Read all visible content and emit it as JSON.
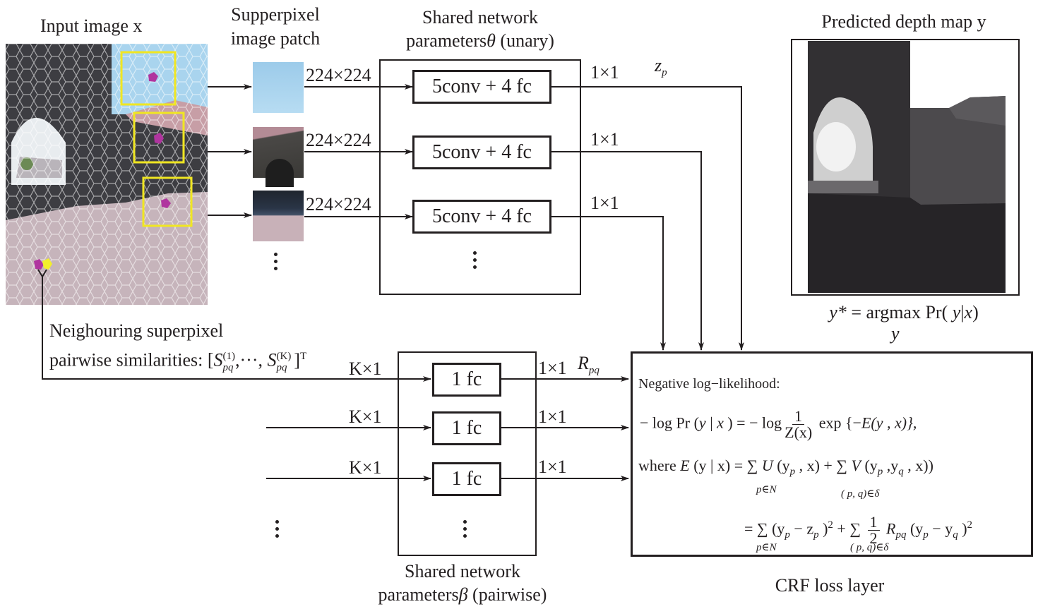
{
  "input": {
    "title": "Input image x"
  },
  "patches": {
    "title_line1": "Supperpixel",
    "title_line2": "image patch",
    "size_labels": [
      "224×224",
      "224×224",
      "224×224"
    ]
  },
  "unary_network": {
    "title_line1": "Shared network",
    "title_line2_prefix": "parameters",
    "title_line2_symbol": "θ",
    "title_line2_suffix": " (unary)",
    "blocks": [
      "5conv + 4 fc",
      "5conv + 4 fc",
      "5conv + 4 fc"
    ],
    "output_labels": [
      "1×1",
      "1×1",
      "1×1"
    ],
    "output_symbol": "z",
    "output_symbol_sub": "p"
  },
  "depth": {
    "title": "Predicted depth map y",
    "formula_lhs": "y*",
    "formula_eq": " = argmax Pr( ",
    "formula_y": "y",
    "formula_bar": "|",
    "formula_x": "x",
    "formula_close": ")",
    "formula_under": "y"
  },
  "similarities": {
    "line1": "Neighouring superpixel",
    "line2_prefix": "pairwise similarities: [",
    "s_symbol": "S",
    "s_sub": "pq",
    "s_sup_first": "(1)",
    "s_sup_last": "(K)",
    "separator": ",···, ",
    "close": "]",
    "transpose": "T"
  },
  "pairwise_network": {
    "title_line1": "Shared network",
    "title_line2_prefix": "parameters",
    "title_line2_symbol": "β",
    "title_line2_suffix": " (pairwise)",
    "input_labels": [
      "K×1",
      "K×1",
      "K×1"
    ],
    "blocks": [
      "1 fc",
      "1 fc",
      "1 fc"
    ],
    "output_labels": [
      "1×1",
      "1×1",
      "1×1"
    ],
    "output_symbol": "R",
    "output_symbol_sub": "pq"
  },
  "crf": {
    "caption": "CRF loss layer",
    "heading": "Negative log−likelihood:",
    "line1_a": "− log Pr (",
    "line1_y": "y",
    "line1_bar": " | ",
    "line1_x": "x",
    "line1_b": " ) = − log",
    "line1_frac_num": "1",
    "line1_frac_den": "Z(x)",
    "line1_c": " exp {−",
    "line1_E": "E",
    "line1_d": "(y , x)},",
    "line2_where": "where ",
    "line2_E": "E",
    "line2_a": " (y | x) = ∑ ",
    "line2_U": "U",
    "line2_b": " (y",
    "line2_sub_p": "p",
    "line2_c": " , x) + ∑ ",
    "line2_V": "V",
    "line2_d": " (y",
    "line2_sub_p2": "p",
    "line2_e": " ,y",
    "line2_sub_q": "q",
    "line2_f": " , x))",
    "sum_index_unary": "p∈N",
    "sum_index_pair": "( p, q)∈δ",
    "line3_a": "= ∑ (y",
    "line3_sub_p": "p",
    "line3_b": " − z",
    "line3_sub_p2": "p",
    "line3_c": " )",
    "line3_sq": "2",
    "line3_d": " + ∑ ",
    "line3_frac_num": "1",
    "line3_frac_den": "2",
    "line3_R": " R",
    "line3_sub_pq": "pq",
    "line3_e": " (y",
    "line3_sub_p3": "p",
    "line3_f": " − y",
    "line3_sub_q": "q",
    "line3_g": " )",
    "line3_sq2": "2"
  },
  "colors": {
    "ink": "#231f20",
    "highlight_box": "#f0e622",
    "superpixel_marker": "#b0359f",
    "neighbor_marker": "#f2ee2c",
    "sky": "#a9d4ee",
    "ground": "#c6b4bb",
    "wall": "#3d3d42"
  }
}
